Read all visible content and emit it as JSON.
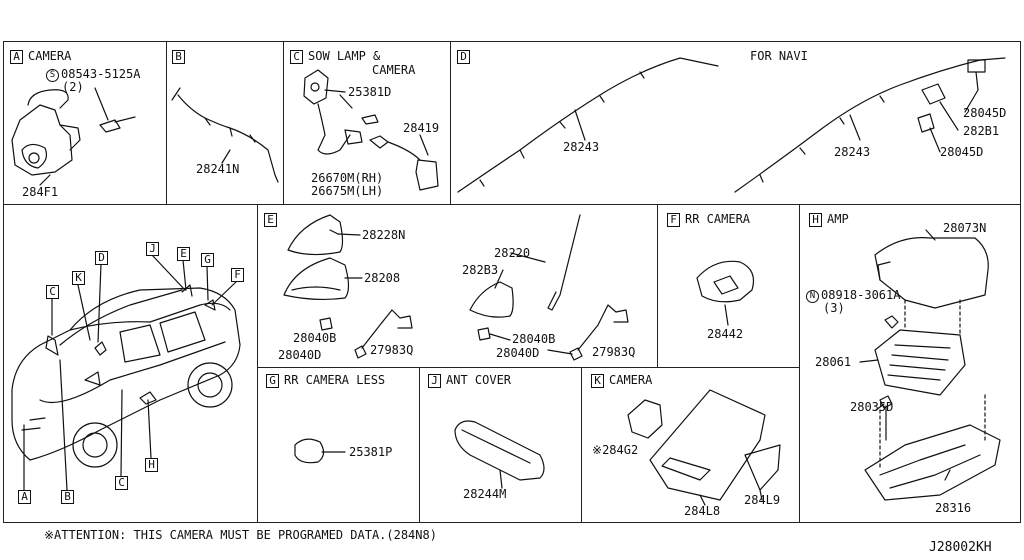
{
  "panels": {
    "A": {
      "letter": "A",
      "title": "CAMERA",
      "bolt": "08543-5125A",
      "bolt_qty": "(2)",
      "parts": [
        "284F1"
      ]
    },
    "B": {
      "letter": "B",
      "parts": [
        "28241N"
      ]
    },
    "C": {
      "letter": "C",
      "title_line1": "SOW LAMP &",
      "title_line2": "CAMERA",
      "parts": [
        "25381D",
        "28419",
        "26670M(RH)",
        "26675M(LH)"
      ]
    },
    "D": {
      "letter": "D",
      "subtitle": "FOR NAVI",
      "parts": [
        "28243",
        "28243",
        "28045D",
        "282B1",
        "28045D"
      ]
    },
    "E": {
      "letter": "E",
      "parts": [
        "28228N",
        "28208",
        "28040B",
        "28040D",
        "27983Q",
        "28220",
        "282B3",
        "28040B",
        "28040D",
        "27983Q"
      ]
    },
    "F": {
      "letter": "F",
      "title": "RR CAMERA",
      "parts": [
        "28442"
      ]
    },
    "H": {
      "letter": "H",
      "title": "AMP",
      "nut": "08918-3061A",
      "nut_qty": "(3)",
      "parts": [
        "28073N",
        "28061",
        "28035D",
        "28316"
      ]
    },
    "G": {
      "letter": "G",
      "title": "RR CAMERA LESS",
      "parts": [
        "25381P"
      ]
    },
    "J": {
      "letter": "J",
      "title": "ANT COVER",
      "parts": [
        "28244M"
      ]
    },
    "K": {
      "letter": "K",
      "title": "CAMERA",
      "parts": [
        "284G2",
        "284L8",
        "284L9"
      ]
    }
  },
  "car_labels": [
    "C",
    "K",
    "D",
    "J",
    "E",
    "G",
    "F",
    "A",
    "B",
    "C",
    "H"
  ],
  "footer_note": "※ATTENTION: THIS CAMERA MUST BE PROGRAMED DATA.(284N8)",
  "diagram_id": "J28002KH",
  "symbols": {
    "s": "S",
    "n": "N",
    "star": "※"
  }
}
